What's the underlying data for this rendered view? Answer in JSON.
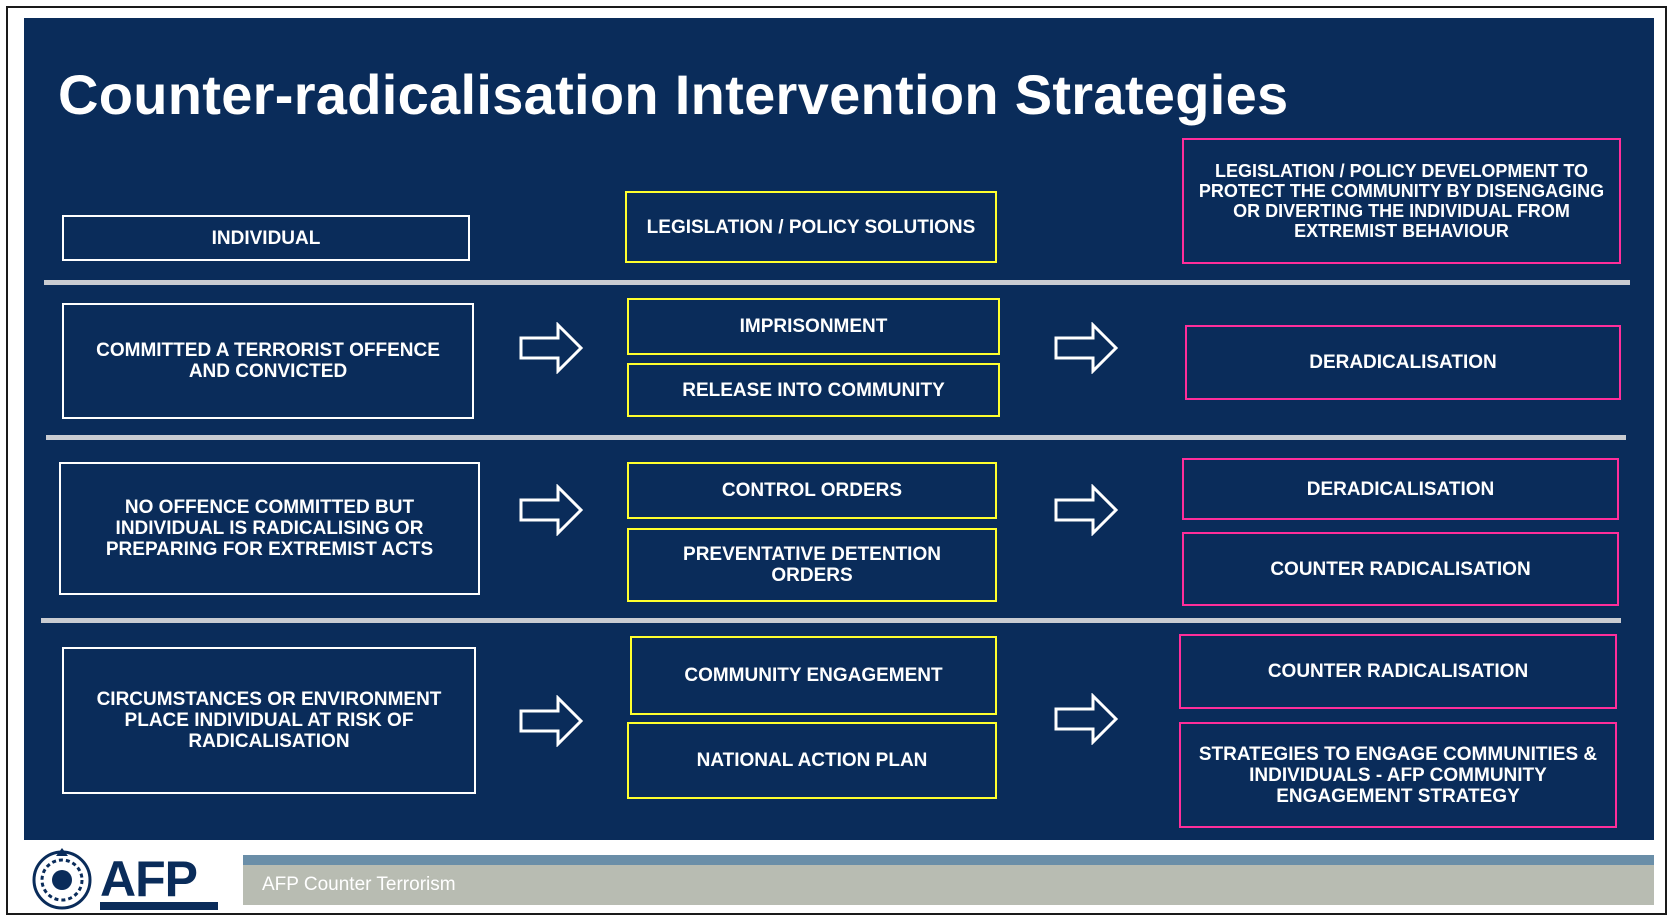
{
  "title": "Counter-radicalisation Intervention Strategies",
  "header": {
    "col1": "INDIVIDUAL",
    "col2": "LEGISLATION / POLICY SOLUTIONS",
    "col3": "LEGISLATION / POLICY DEVELOPMENT TO PROTECT THE COMMUNITY BY DISENGAGING OR DIVERTING THE INDIVIDUAL FROM EXTREMIST BEHAVIOUR"
  },
  "rows": [
    {
      "individual": "COMMITTED A TERRORIST OFFENCE AND CONVICTED",
      "solutions": [
        "IMPRISONMENT",
        "RELEASE INTO COMMUNITY"
      ],
      "outcomes": [
        "DERADICALISATION"
      ]
    },
    {
      "individual": "NO OFFENCE COMMITTED BUT INDIVIDUAL IS RADICALISING OR PREPARING FOR EXTREMIST ACTS",
      "solutions": [
        "CONTROL ORDERS",
        "PREVENTATIVE DETENTION ORDERS"
      ],
      "outcomes": [
        "DERADICALISATION",
        "COUNTER RADICALISATION"
      ]
    },
    {
      "individual": "CIRCUMSTANCES OR ENVIRONMENT PLACE INDIVIDUAL AT RISK OF RADICALISATION",
      "solutions": [
        "COMMUNITY ENGAGEMENT",
        "NATIONAL ACTION PLAN"
      ],
      "outcomes": [
        "COUNTER RADICALISATION",
        "STRATEGIES TO ENGAGE COMMUNITIES & INDIVIDUALS - AFP COMMUNITY ENGAGEMENT STRATEGY"
      ]
    }
  ],
  "footer": {
    "logo_text": "AFP",
    "bar_text": "AFP Counter Terrorism"
  },
  "colors": {
    "background": "#0a2c5a",
    "individual_border": "#ffffff",
    "solution_border": "#ffff2e",
    "outcome_border": "#ff2e9a",
    "footer_bar": "#b8bcb2"
  },
  "icons": [
    "right-arrow-icon",
    "afp-crest-icon"
  ]
}
